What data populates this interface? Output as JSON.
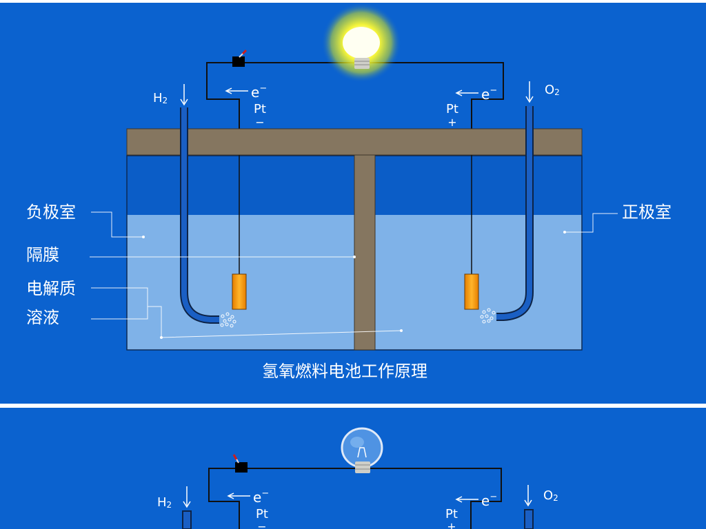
{
  "diagram": {
    "title": "氢氧燃料电池工作原理",
    "labels": {
      "negative_chamber": "负极室",
      "positive_chamber": "正极室",
      "membrane": "隔膜",
      "electrolyte_line1": "电解质",
      "electrolyte_line2": "溶液"
    },
    "gas_left": {
      "symbol": "H",
      "subscript": "2"
    },
    "gas_right": {
      "symbol": "O",
      "subscript": "2"
    },
    "electron_label": "e",
    "electron_sup": "−",
    "electrode_left": {
      "name": "Pt",
      "sign": "−"
    },
    "electrode_right": {
      "name": "Pt",
      "sign": "+"
    }
  },
  "bulb_states": {
    "top": "lit",
    "bottom": "unlit"
  },
  "colors": {
    "background": "#0b62cf",
    "electrolyte": "#7fb2e8",
    "chamber_top": "#0b5dc7",
    "lid": "#857660",
    "electrode": "#f59b0c",
    "tube": "#1a5fc4",
    "wire": "#101010"
  }
}
